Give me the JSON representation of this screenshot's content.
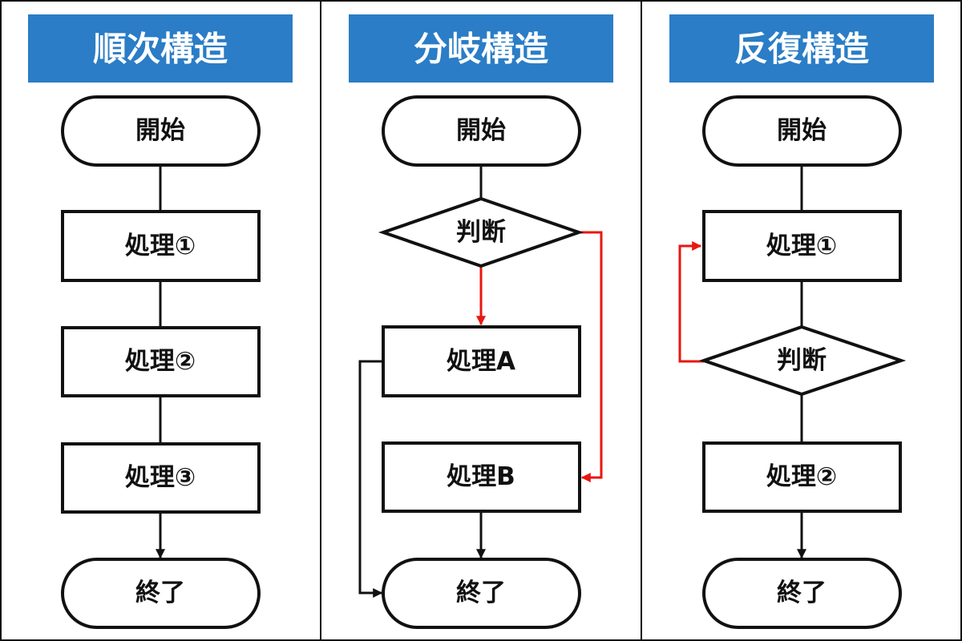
{
  "colors": {
    "title_background": "#2a7dc6",
    "title_text": "#ffffff",
    "panel_border": "#111111",
    "node_stroke": "#111111",
    "branch_arrow": "#e8170f"
  },
  "panels": [
    {
      "title": "順次構造",
      "nodes": {
        "start": "開始",
        "p1": "処理①",
        "p2": "処理②",
        "p3": "処理③",
        "end": "終了"
      }
    },
    {
      "title": "分岐構造",
      "nodes": {
        "start": "開始",
        "decision": "判断",
        "pa": "処理A",
        "pb": "処理B",
        "end": "終了"
      }
    },
    {
      "title": "反復構造",
      "nodes": {
        "start": "開始",
        "p1": "処理①",
        "decision": "判断",
        "p2": "処理②",
        "end": "終了"
      }
    }
  ]
}
